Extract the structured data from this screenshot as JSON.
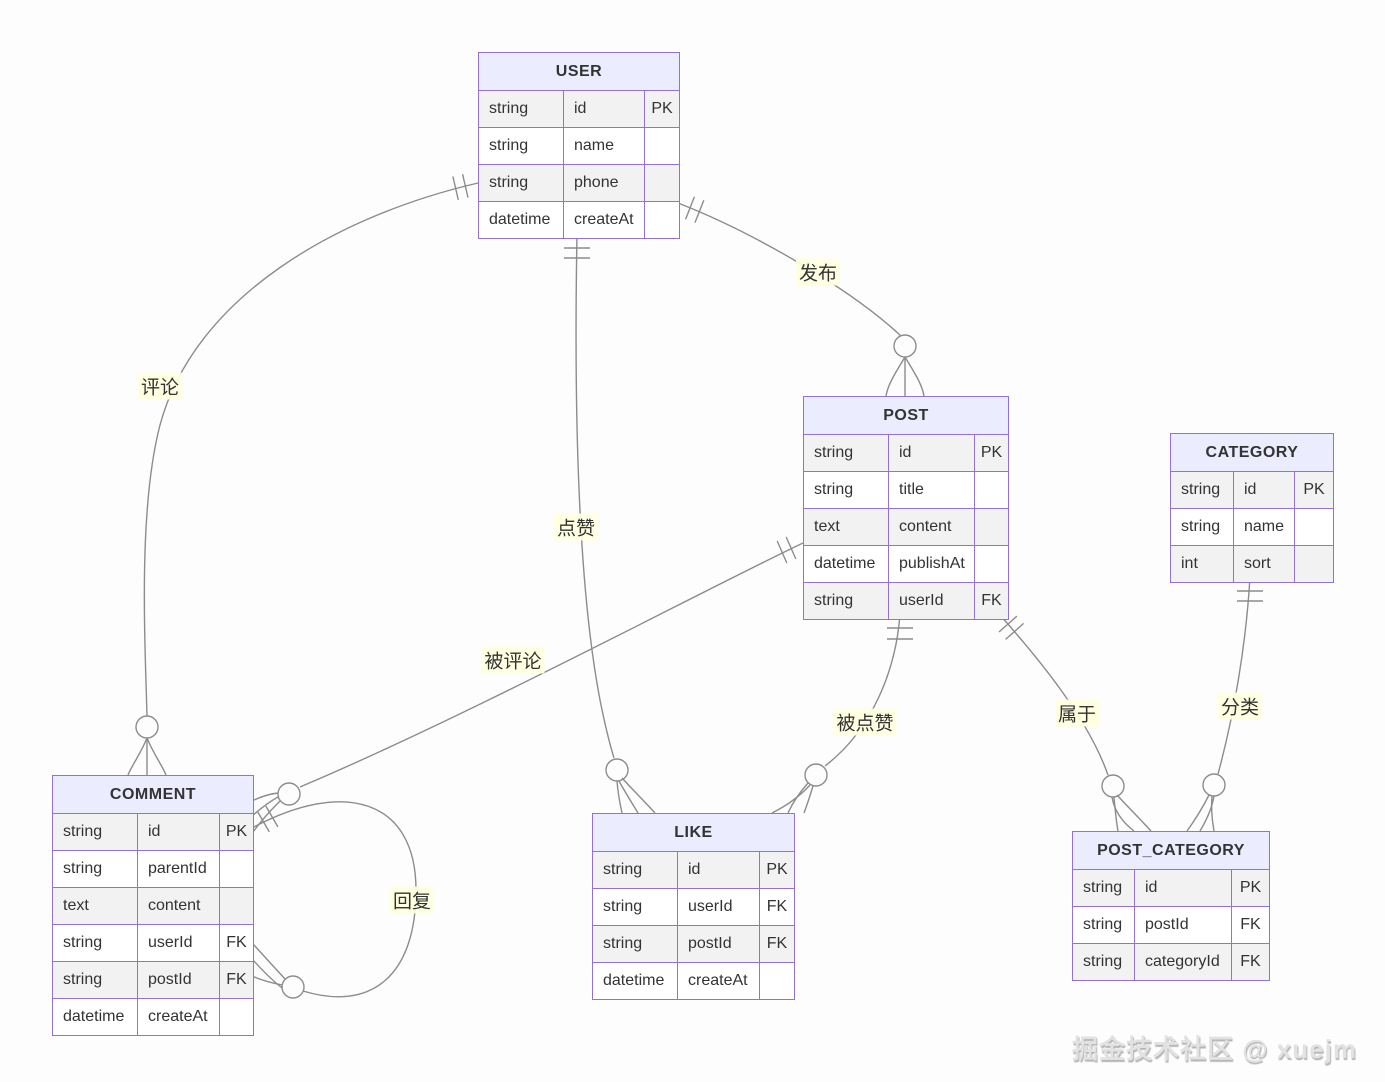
{
  "entities": [
    {
      "name": "USER",
      "attributes": [
        {
          "type": "string",
          "name": "id",
          "key": "PK"
        },
        {
          "type": "string",
          "name": "name",
          "key": ""
        },
        {
          "type": "string",
          "name": "phone",
          "key": ""
        },
        {
          "type": "datetime",
          "name": "createAt",
          "key": ""
        }
      ]
    },
    {
      "name": "POST",
      "attributes": [
        {
          "type": "string",
          "name": "id",
          "key": "PK"
        },
        {
          "type": "string",
          "name": "title",
          "key": ""
        },
        {
          "type": "text",
          "name": "content",
          "key": ""
        },
        {
          "type": "datetime",
          "name": "publishAt",
          "key": ""
        },
        {
          "type": "string",
          "name": "userId",
          "key": "FK"
        }
      ]
    },
    {
      "name": "CATEGORY",
      "attributes": [
        {
          "type": "string",
          "name": "id",
          "key": "PK"
        },
        {
          "type": "string",
          "name": "name",
          "key": ""
        },
        {
          "type": "int",
          "name": "sort",
          "key": ""
        }
      ]
    },
    {
      "name": "COMMENT",
      "attributes": [
        {
          "type": "string",
          "name": "id",
          "key": "PK"
        },
        {
          "type": "string",
          "name": "parentId",
          "key": ""
        },
        {
          "type": "text",
          "name": "content",
          "key": ""
        },
        {
          "type": "string",
          "name": "userId",
          "key": "FK"
        },
        {
          "type": "string",
          "name": "postId",
          "key": "FK"
        },
        {
          "type": "datetime",
          "name": "createAt",
          "key": ""
        }
      ]
    },
    {
      "name": "LIKE",
      "attributes": [
        {
          "type": "string",
          "name": "id",
          "key": "PK"
        },
        {
          "type": "string",
          "name": "userId",
          "key": "FK"
        },
        {
          "type": "string",
          "name": "postId",
          "key": "FK"
        },
        {
          "type": "datetime",
          "name": "createAt",
          "key": ""
        }
      ]
    },
    {
      "name": "POST_CATEGORY",
      "attributes": [
        {
          "type": "string",
          "name": "id",
          "key": "PK"
        },
        {
          "type": "string",
          "name": "postId",
          "key": "FK"
        },
        {
          "type": "string",
          "name": "categoryId",
          "key": "FK"
        }
      ]
    }
  ],
  "relationships": [
    {
      "from": "USER",
      "to": "COMMENT",
      "label": "评论",
      "cardinality": "one-to-zero-or-many"
    },
    {
      "from": "USER",
      "to": "POST",
      "label": "发布",
      "cardinality": "one-to-zero-or-many"
    },
    {
      "from": "USER",
      "to": "LIKE",
      "label": "点赞",
      "cardinality": "one-to-zero-or-many"
    },
    {
      "from": "POST",
      "to": "COMMENT",
      "label": "被评论",
      "cardinality": "one-to-zero-or-many"
    },
    {
      "from": "POST",
      "to": "LIKE",
      "label": "被点赞",
      "cardinality": "one-to-zero-or-many"
    },
    {
      "from": "COMMENT",
      "to": "COMMENT",
      "label": "回复",
      "cardinality": "one-to-zero-or-many"
    },
    {
      "from": "POST",
      "to": "POST_CATEGORY",
      "label": "属于",
      "cardinality": "one-to-zero-or-many"
    },
    {
      "from": "CATEGORY",
      "to": "POST_CATEGORY",
      "label": "分类",
      "cardinality": "one-to-zero-or-many"
    }
  ],
  "watermark": "掘金技术社区 @ xuejm",
  "colors": {
    "entity_header_bg": "#ECECFF",
    "entity_border": "#9370DB",
    "row_even_bg": "#f2f2f2",
    "row_odd_bg": "#ffffff",
    "line": "#8c8c8c",
    "label_bg": "#ffffde",
    "text": "#333333"
  }
}
